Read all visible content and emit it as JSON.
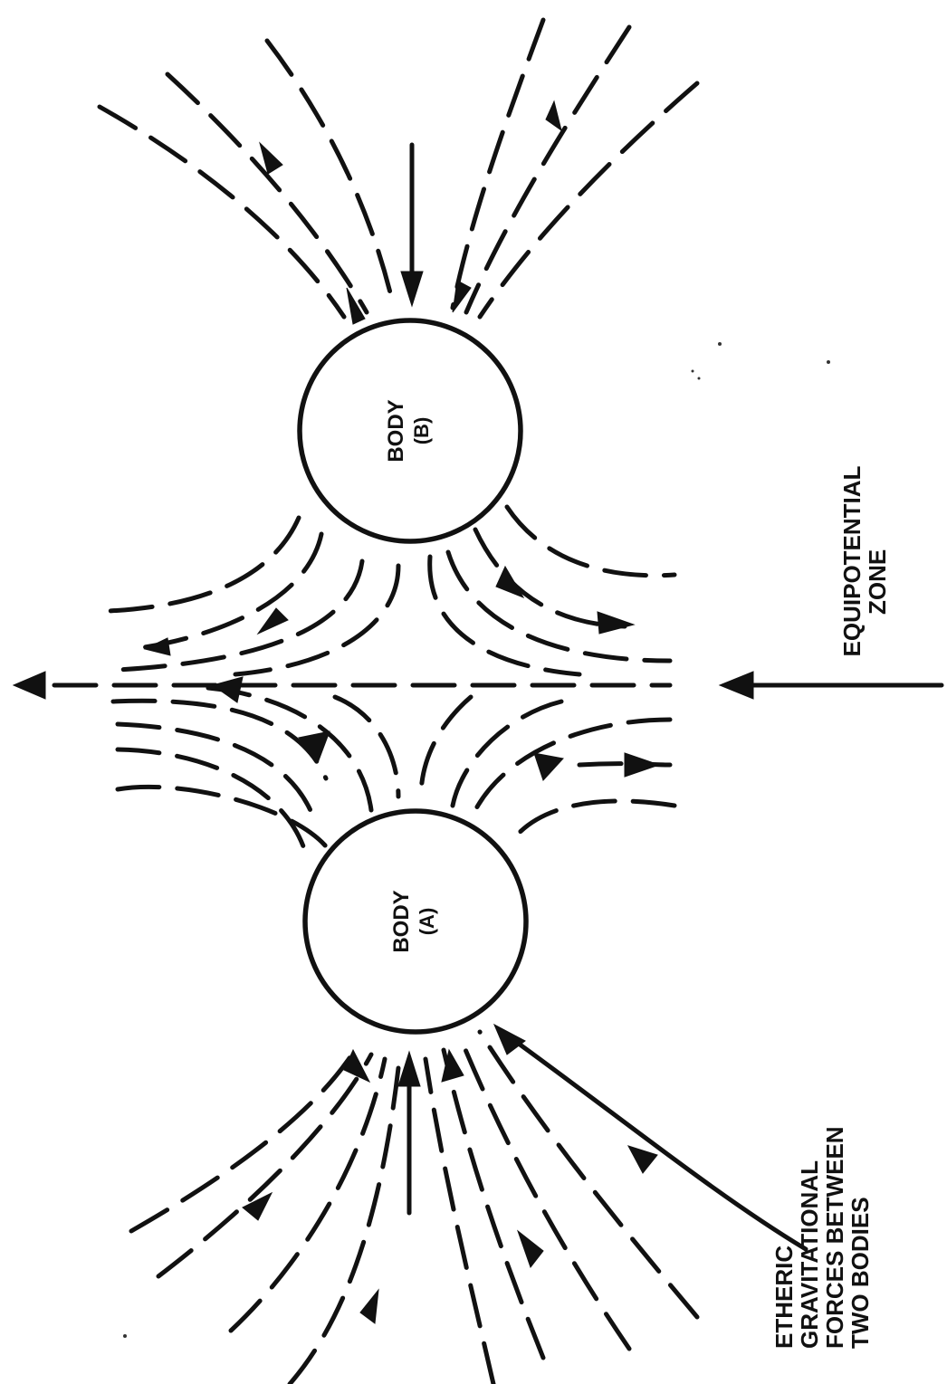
{
  "diagram": {
    "body_a": {
      "line1": "BODY",
      "line2": "(A)"
    },
    "body_b": {
      "line1": "BODY",
      "line2": "(B)"
    },
    "equipotential_label": {
      "line1": "EQUIPOTENTIAL",
      "line2": "ZONE"
    },
    "caption": {
      "line1": "ETHERIC",
      "line2": "GRAVITATIONAL",
      "line3": "FORCES BETWEEN",
      "line4": "TWO BODIES"
    }
  },
  "colors": {
    "ink": "#111111",
    "background": "#ffffff"
  }
}
